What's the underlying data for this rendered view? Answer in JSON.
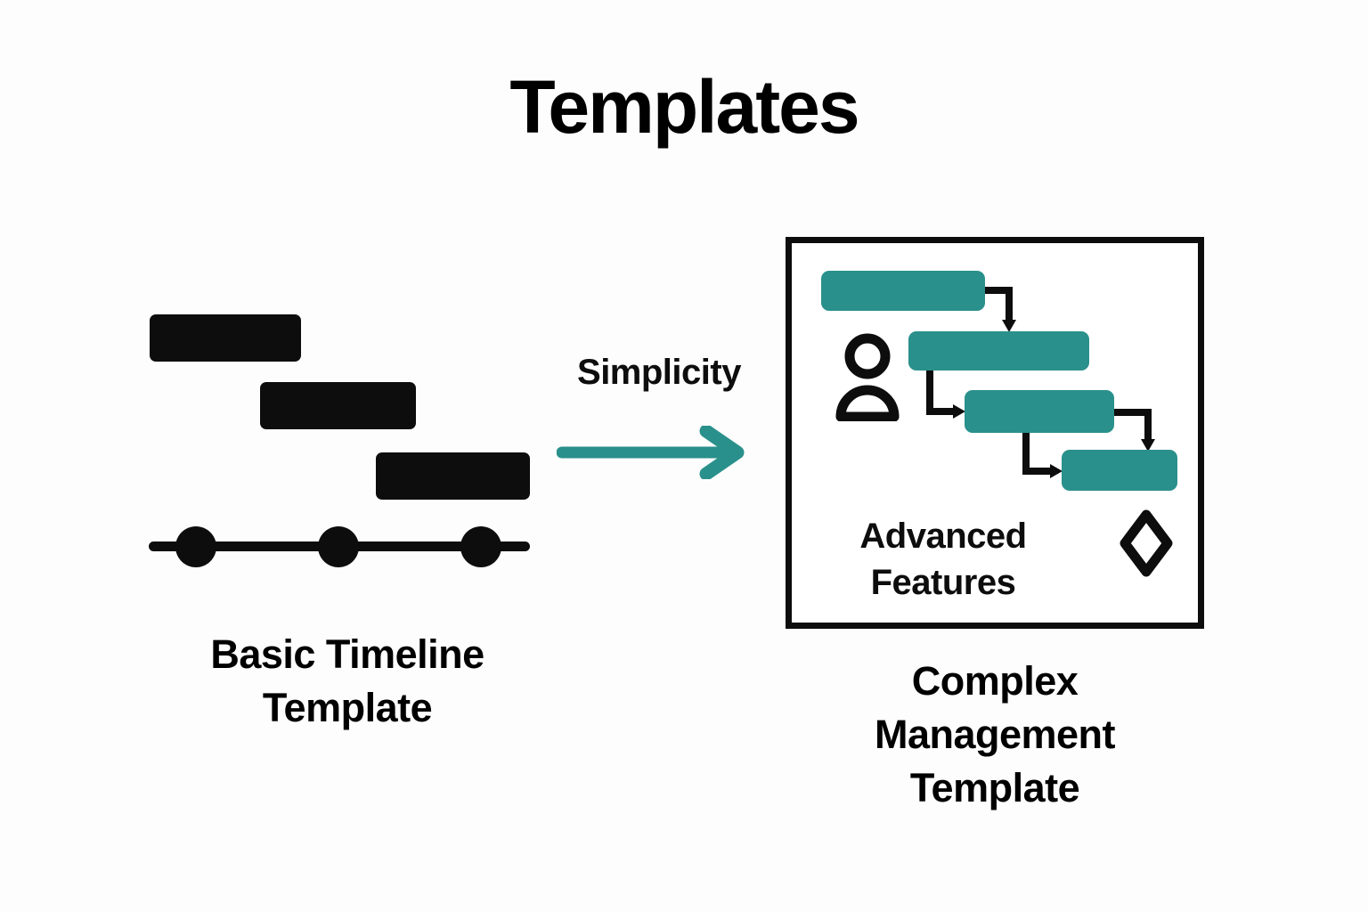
{
  "page": {
    "title": "Templates",
    "background_color": "#fdfdfd",
    "accent_color": "#2a908b",
    "ink_color": "#0d0d0d"
  },
  "left_template": {
    "caption_line_1": "Basic Timeline",
    "caption_line_2": "Template",
    "bar_color": "#0d0d0d",
    "bars": [
      {
        "label": "task-bar-1"
      },
      {
        "label": "task-bar-2"
      },
      {
        "label": "task-bar-3"
      }
    ],
    "milestones": [
      {
        "label": "milestone-1"
      },
      {
        "label": "milestone-2"
      },
      {
        "label": "milestone-3"
      }
    ]
  },
  "transition": {
    "label": "Simplicity",
    "arrow_color": "#2a908b",
    "arrow_icon": "right-arrow-icon"
  },
  "right_template": {
    "caption_line_1": "Complex",
    "caption_line_2": "Management",
    "caption_line_3": "Template",
    "inner_label_line_1": "Advanced",
    "inner_label_line_2": "Features",
    "bar_color": "#2a908b",
    "bars": [
      {
        "label": "task-bar-1"
      },
      {
        "label": "task-bar-2"
      },
      {
        "label": "task-bar-3"
      },
      {
        "label": "task-bar-4"
      }
    ],
    "icons": [
      {
        "name": "person-icon"
      },
      {
        "name": "diamond-milestone-icon"
      }
    ],
    "connectors": 4
  }
}
